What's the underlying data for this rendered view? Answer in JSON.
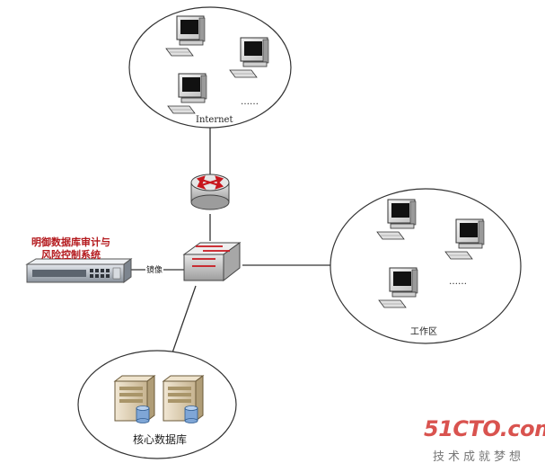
{
  "labels": {
    "internet": "Internet",
    "internet_more": "……",
    "workzone": "工作区",
    "workzone_more": "……",
    "mirror": "镜像",
    "core_db": "核心数据库",
    "appliance_line1": "明御数据库审计与",
    "appliance_line2": "风险控制系统"
  },
  "watermark": {
    "brand": "51CTO.com",
    "slogan": "技术成就梦想",
    "color": "#d9534f"
  },
  "colors": {
    "line": "#333333",
    "router_body": "#c8c8c8",
    "switch_body": "#d4d4d4",
    "arrow_red": "#c8161d",
    "server_body": "#d9cbb0"
  }
}
